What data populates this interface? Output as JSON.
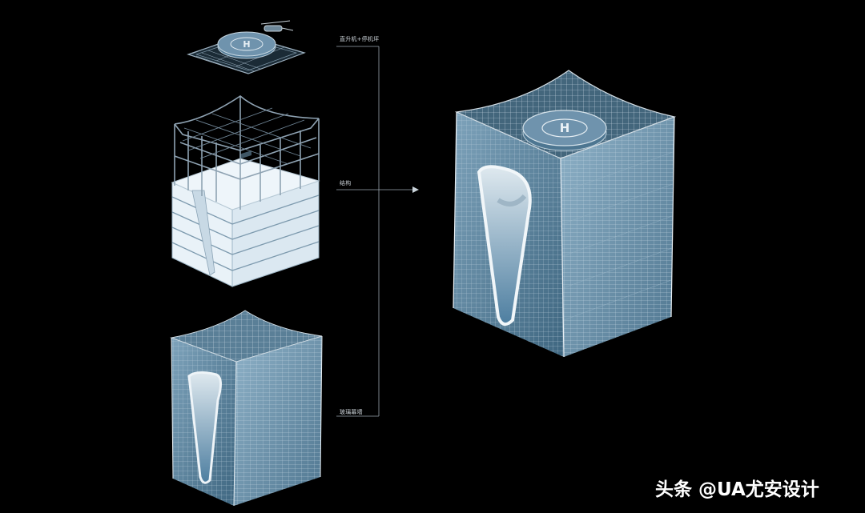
{
  "labels": {
    "helipad": "直升机+停机坪",
    "structure": "结构",
    "curtain_wall": "玻璃幕墙"
  },
  "watermark": "头条 @UA尤安设计",
  "colors": {
    "background": "#000000",
    "glass_blue": "#5f8aa6",
    "glass_dark": "#3f6680",
    "structure_white": "#e9f2f8",
    "frame_grey": "#8fa3b3",
    "helipad": "#6f93ad",
    "line": "#c9d3da"
  },
  "icons": {
    "helipad_mark": "H",
    "arrow": "arrow-right-icon"
  }
}
